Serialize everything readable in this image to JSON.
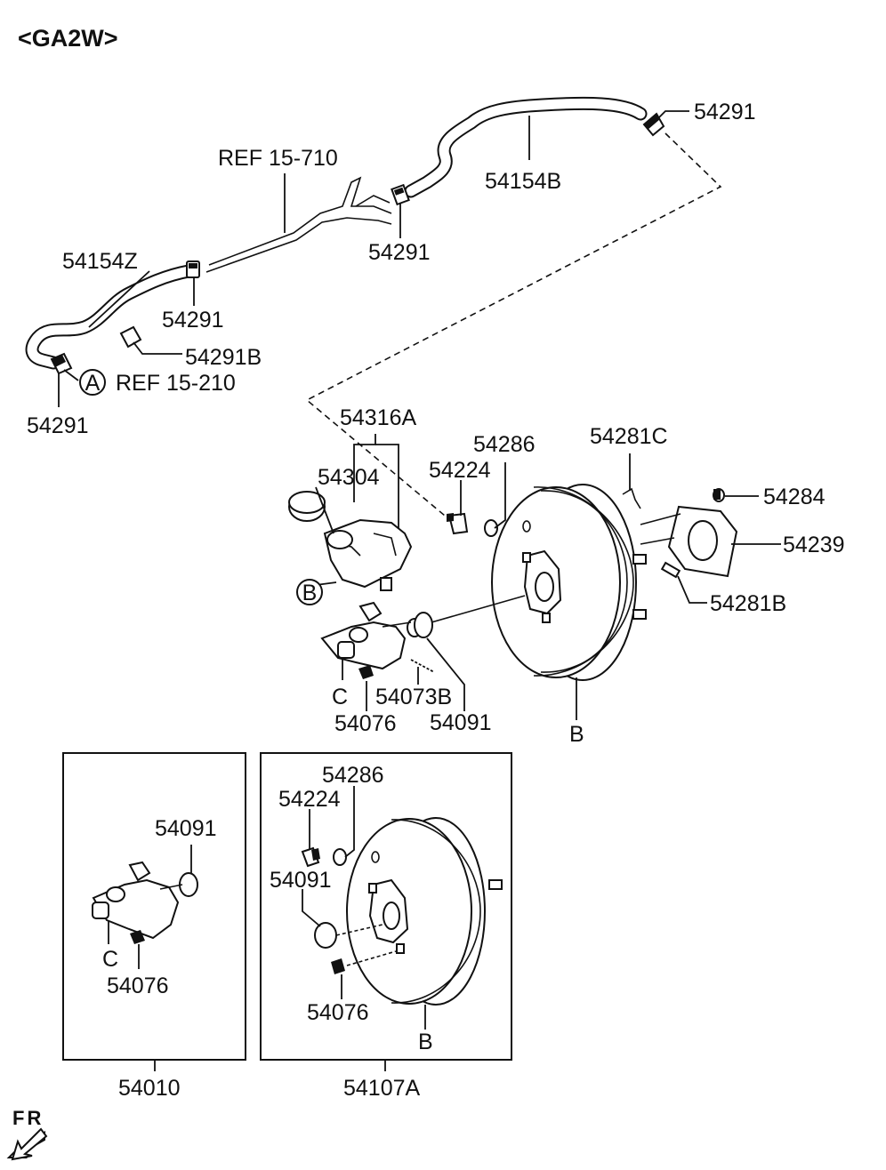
{
  "header": "<GA2W>",
  "orientation": "FR",
  "circle_markers": {
    "a": "A",
    "b": "B"
  },
  "labels": {
    "p54291_top": "54291",
    "p54154b": "54154B",
    "ref15710": "REF 15-710",
    "p54291_mid": "54291",
    "p54154z": "54154Z",
    "p54291_left": "54291",
    "p54291b": "54291B",
    "ref15210": "REF 15-210",
    "p54291_bottom": "54291",
    "p54316a": "54316A",
    "p54304": "54304",
    "p54286": "54286",
    "p54224": "54224",
    "p54281c": "54281C",
    "p54284": "54284",
    "p54239": "54239",
    "p54281b": "54281B",
    "c_mc": "C",
    "p54073b": "54073B",
    "p54076": "54076",
    "p54091": "54091",
    "b_booster": "B"
  },
  "left_box": {
    "p54091": "54091",
    "c": "C",
    "p54076": "54076",
    "assembly": "54010"
  },
  "right_box": {
    "p54286": "54286",
    "p54224": "54224",
    "p54091": "54091",
    "p54076": "54076",
    "b": "B",
    "assembly": "54107A"
  }
}
